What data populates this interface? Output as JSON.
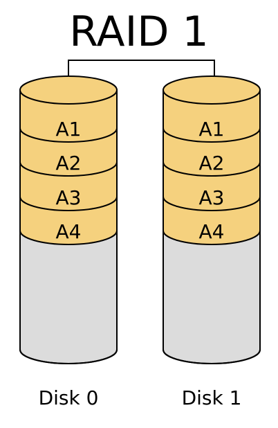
{
  "title": "RAID 1",
  "colors": {
    "block_fill": "#f5d17e",
    "empty_fill": "#dcdcdc",
    "stroke": "#000000",
    "background": "#ffffff"
  },
  "disks": [
    {
      "label": "Disk 0",
      "blocks": [
        "A1",
        "A2",
        "A3",
        "A4"
      ]
    },
    {
      "label": "Disk 1",
      "blocks": [
        "A1",
        "A2",
        "A3",
        "A4"
      ]
    }
  ]
}
